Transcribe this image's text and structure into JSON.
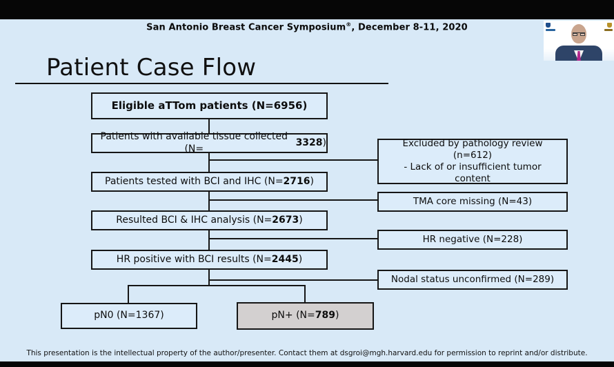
{
  "header": {
    "pre": "San Antonio Breast Cancer Symposium",
    "sup": "®",
    "post": ", December 8-11, 2020"
  },
  "slide": {
    "title": "Patient Case Flow"
  },
  "flow": {
    "main_boxes": [
      {
        "pre": "Eligible aTTom patients (N=",
        "num": "6956",
        "post": ")"
      },
      {
        "pre": "Patients with available tissue collected (N=",
        "num": "3328",
        "post": ")"
      },
      {
        "pre": "Patients tested with BCI and IHC (N=",
        "num": "2716",
        "post": ")"
      },
      {
        "pre": "Resulted BCI & IHC analysis (N=",
        "num": "2673",
        "post": ")"
      },
      {
        "pre": "HR positive with BCI results (N=",
        "num": "2445",
        "post": ")"
      }
    ],
    "side_boxes": [
      {
        "lines": [
          "Excluded by pathology review (n=612)",
          "- Lack of or insufficient tumor",
          "content"
        ]
      },
      {
        "lines": [
          "TMA core missing (N=43)"
        ]
      },
      {
        "lines": [
          "HR negative (N=228)"
        ]
      },
      {
        "lines": [
          "Nodal status unconfirmed (N=289)"
        ]
      }
    ],
    "outcome_boxes": [
      {
        "pre": "pN0 (N=",
        "num": "1367",
        "post": ")"
      },
      {
        "pre": "pN+ (N=",
        "num": "789",
        "post": ")"
      }
    ]
  },
  "footer": {
    "text": "This presentation is the intellectual property of the author/presenter. Contact them at dsgroi@mgh.harvard.edu for permission to reprint and/or distribute."
  },
  "colors": {
    "slide_background": "#d8e9f7",
    "box_fill": "#dcecfa",
    "shaded_box_fill": "#d3d0d0",
    "line": "#151515",
    "letterbox": "#000000"
  }
}
